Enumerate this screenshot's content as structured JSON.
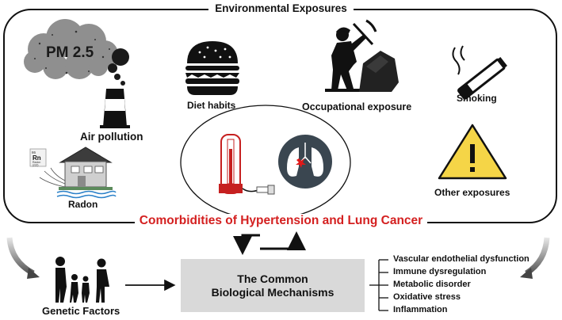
{
  "header": {
    "title": "Environmental Exposures"
  },
  "exposures": {
    "pm25": "PM 2.5",
    "air_pollution": "Air pollution",
    "diet": "Diet habits",
    "occupational": "Occupational exposure",
    "smoking": "Smoking",
    "radon": "Radon",
    "other": "Other exposures",
    "radon_tile": {
      "number": "86",
      "symbol": "Rn",
      "name": "Radon",
      "mass": "(222)"
    }
  },
  "center": {
    "title": "Comorbidities of Hypertension and Lung Cancer"
  },
  "genetic": {
    "label": "Genetic Factors"
  },
  "mechanism": {
    "label": "The Common Biological Mechanisms"
  },
  "mechanisms": [
    "Vascular endothelial dysfunction",
    "Immune dysregulation",
    "Metabolic disorder",
    "Oxidative stress",
    "Inflammation"
  ],
  "colors": {
    "accent_red": "#d42020",
    "warning_yellow": "#f5d547",
    "box_gray": "#d9d9d9",
    "frame": "#111111"
  }
}
